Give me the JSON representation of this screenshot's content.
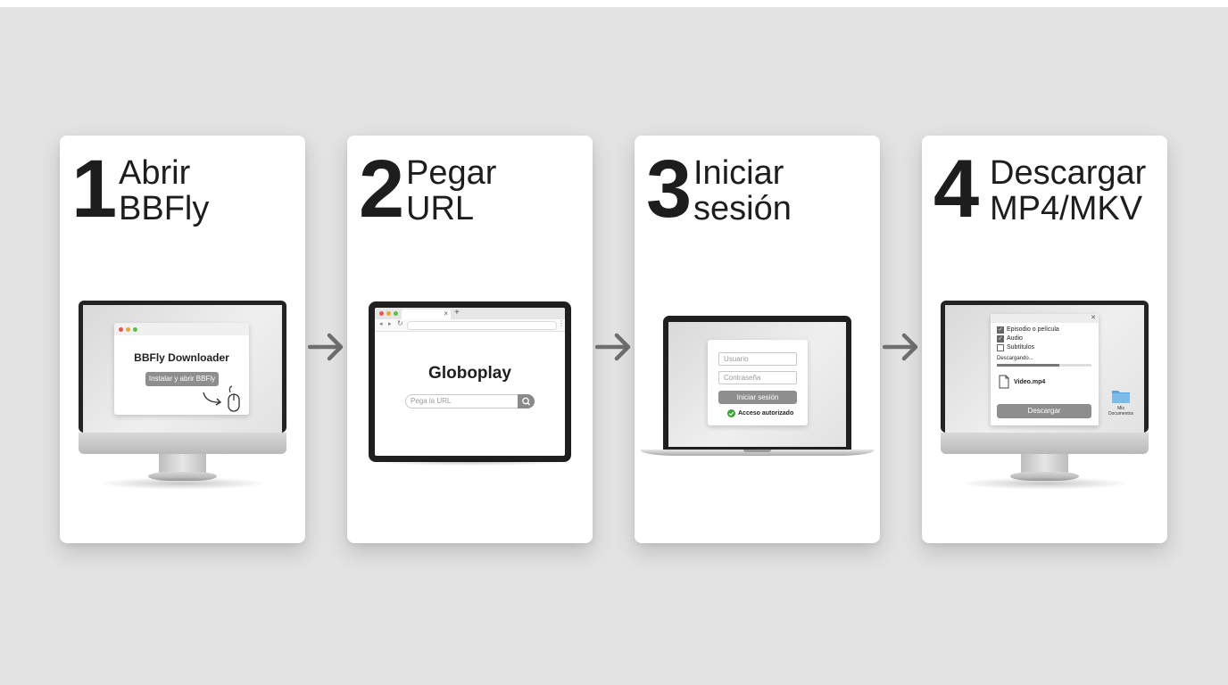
{
  "steps": [
    {
      "number": "1",
      "title_line1": "Abrir",
      "title_line2": "BBFly"
    },
    {
      "number": "2",
      "title_line1": "Pegar",
      "title_line2": "URL"
    },
    {
      "number": "3",
      "title_line1": "Iniciar",
      "title_line2": "sesión"
    },
    {
      "number": "4",
      "title_line1": "Descargar",
      "title_line2": "MP4/MKV"
    }
  ],
  "step1_screen": {
    "app_title": "BBFly Downloader",
    "button_label": "Instalar y abrir BBFly"
  },
  "step2_screen": {
    "site_title": "Globoplay",
    "url_placeholder": "Pega la URL",
    "tab_close": "×",
    "tab_add": "+"
  },
  "step3_screen": {
    "username_placeholder": "Usuario",
    "password_placeholder": "Contraseña",
    "login_button": "Iniciar sesión",
    "status_text": "Acceso autorizado",
    "status_color": "#3aa335"
  },
  "step4_screen": {
    "options": [
      {
        "label": "Episodio o película",
        "checked": true
      },
      {
        "label": "Audio",
        "checked": true
      },
      {
        "label": "Subtítulos",
        "checked": false
      }
    ],
    "progress_label": "Descargando...",
    "progress_fraction": 0.66,
    "file_name": "Video.mp4",
    "download_button": "Descargar",
    "folder_label_line1": "Mis",
    "folder_label_line2": "Documentos",
    "close_symbol": "✕"
  },
  "icons": [
    "arrow-right-icon",
    "mouse-icon",
    "curved-arrow-icon",
    "search-icon",
    "check-circle-icon",
    "file-icon",
    "folder-icon",
    "checkbox-icon"
  ],
  "colors": {
    "background": "#e3e3e3",
    "card": "#ffffff",
    "text": "#1d1d1d",
    "arrow": "#6f6f6f",
    "folder": "#5aa6dc"
  }
}
